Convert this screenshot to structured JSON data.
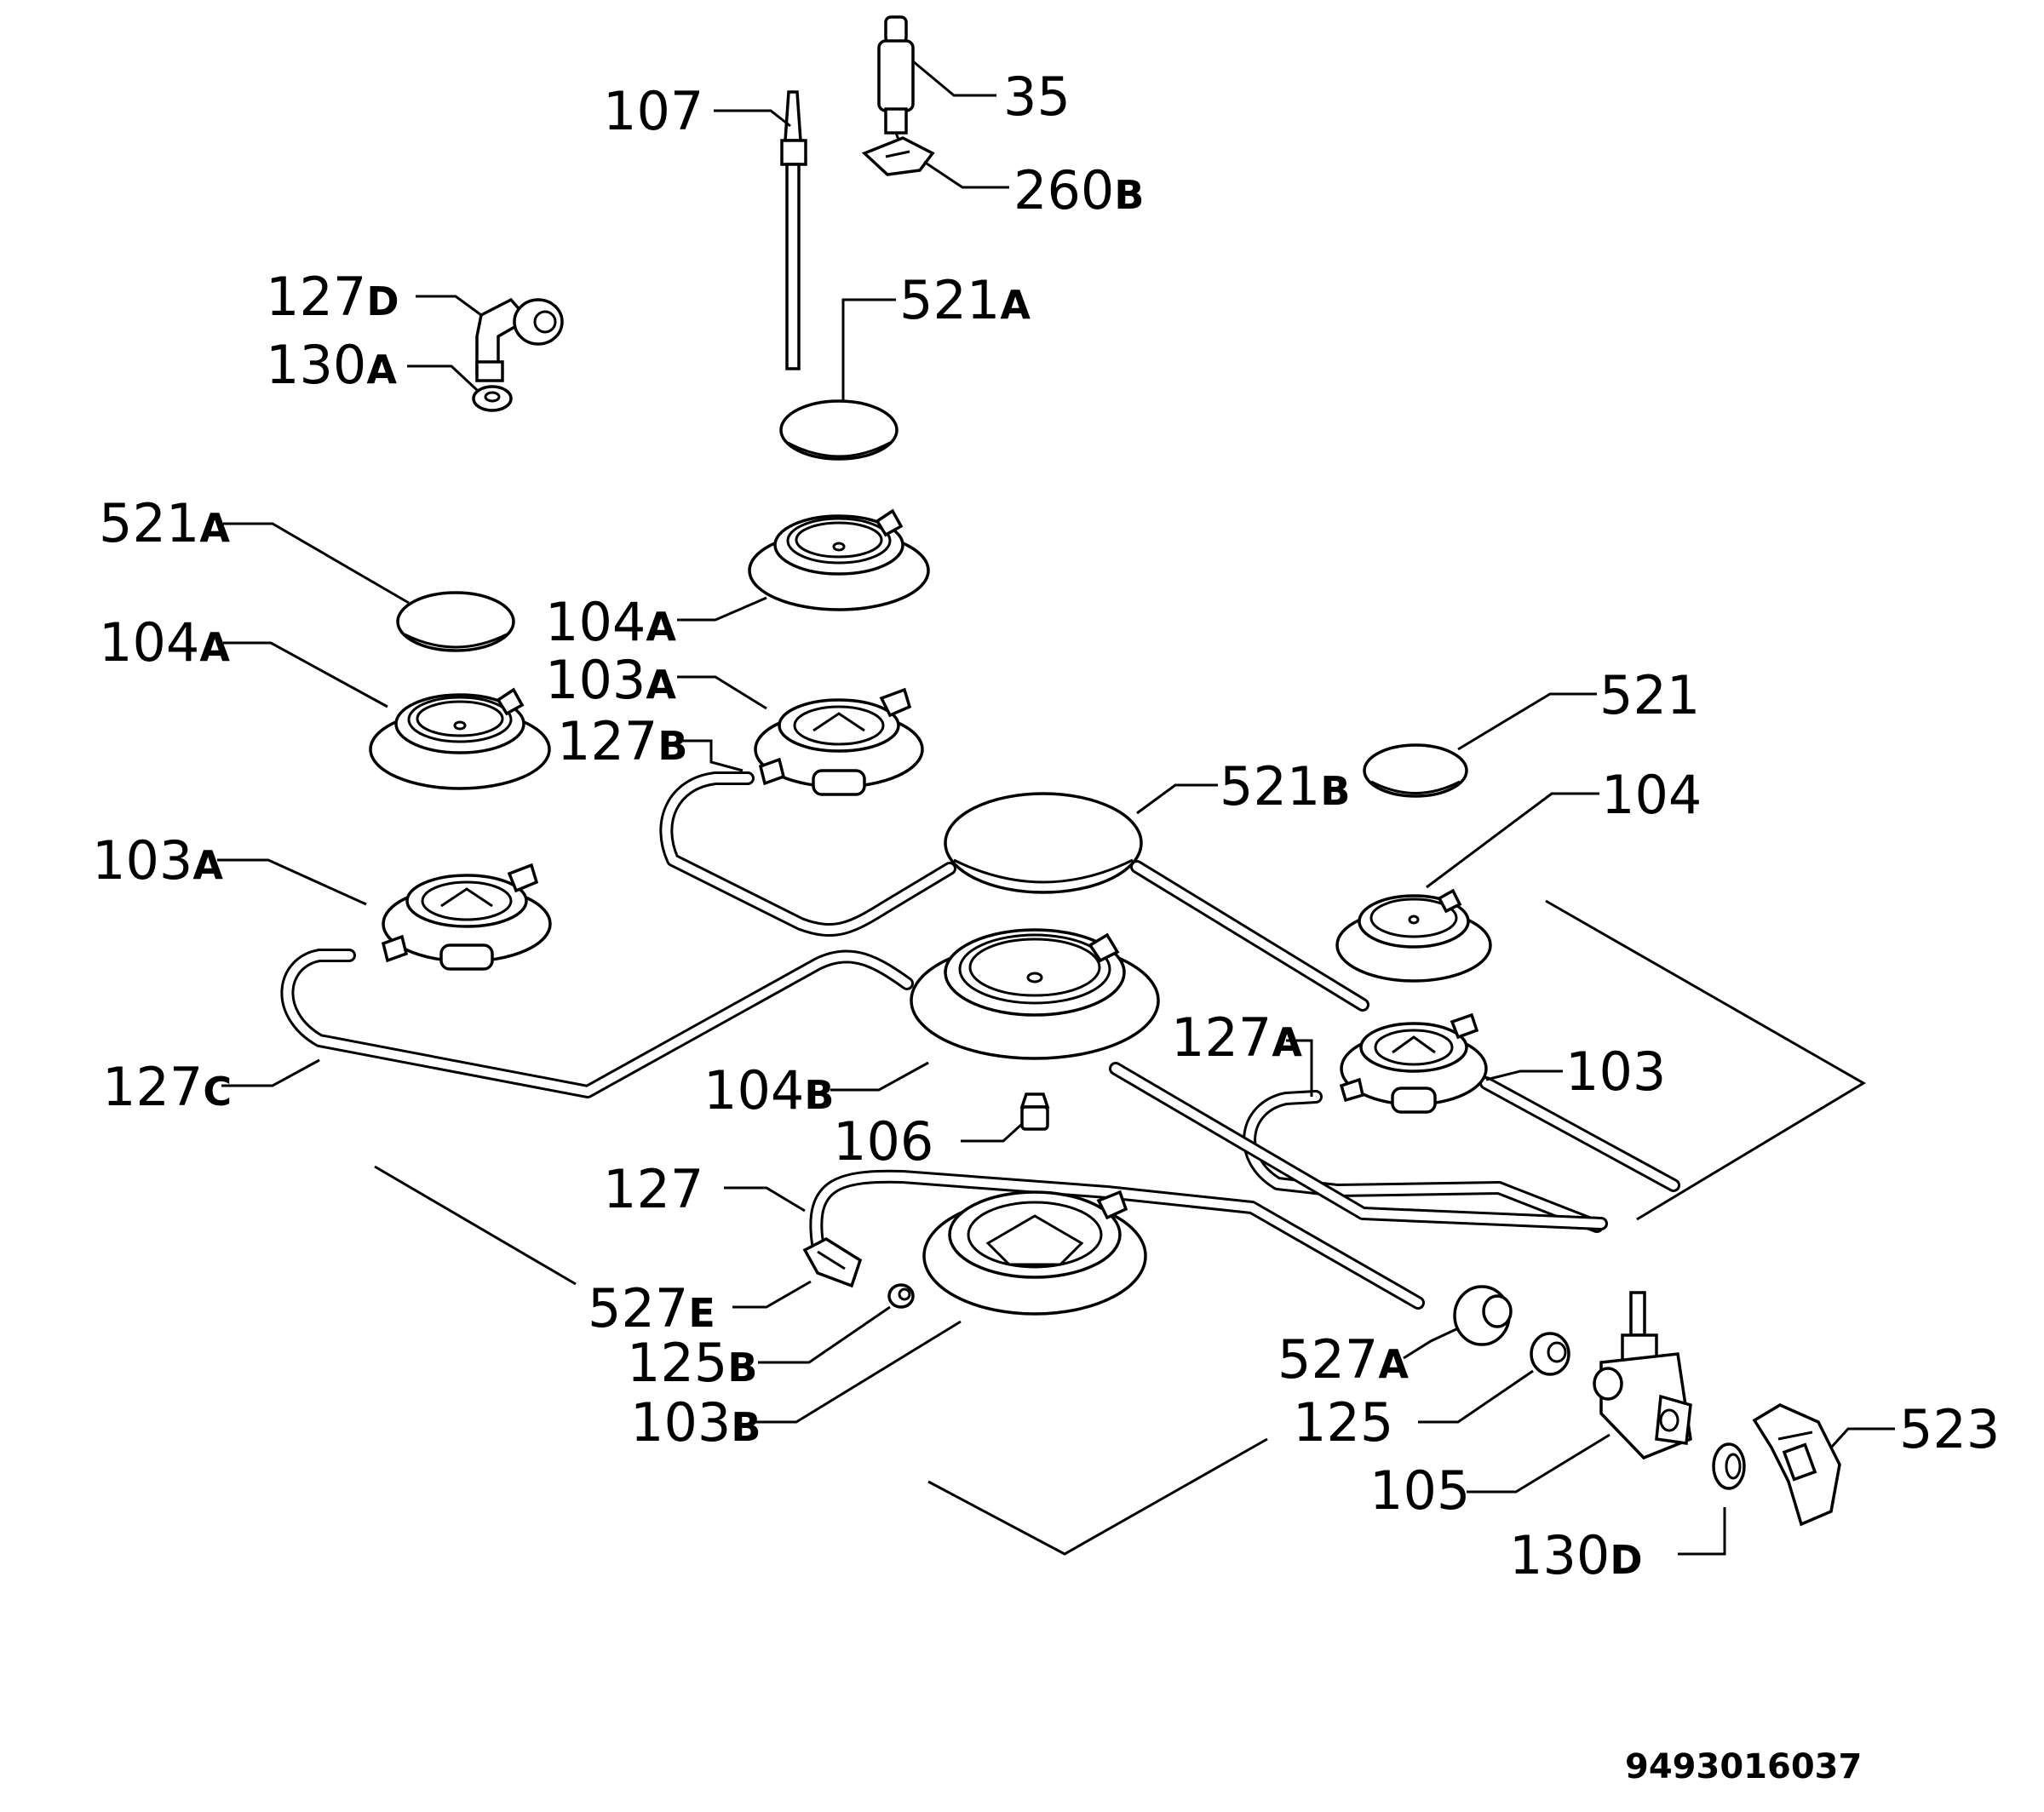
{
  "labels": [
    {
      "id": "l107",
      "text": "107",
      "suffix": ""
    },
    {
      "id": "l35",
      "text": "35",
      "suffix": ""
    },
    {
      "id": "l260b",
      "text": "260",
      "suffix": "B"
    },
    {
      "id": "l127d",
      "text": "127",
      "suffix": "D"
    },
    {
      "id": "l130a",
      "text": "130",
      "suffix": "A"
    },
    {
      "id": "l521a_top",
      "text": "521",
      "suffix": "A"
    },
    {
      "id": "l521a_left",
      "text": "521",
      "suffix": "A"
    },
    {
      "id": "l104a_center",
      "text": "104",
      "suffix": "A"
    },
    {
      "id": "l104a_left",
      "text": "104",
      "suffix": "A"
    },
    {
      "id": "l103a_center",
      "text": "103",
      "suffix": "A"
    },
    {
      "id": "l127b",
      "text": "127",
      "suffix": "B"
    },
    {
      "id": "l521",
      "text": "521",
      "suffix": ""
    },
    {
      "id": "l521b",
      "text": "521",
      "suffix": "B"
    },
    {
      "id": "l104",
      "text": "104",
      "suffix": ""
    },
    {
      "id": "l103a_left",
      "text": "103",
      "suffix": "A"
    },
    {
      "id": "l127a",
      "text": "127",
      "suffix": "A"
    },
    {
      "id": "l103",
      "text": "103",
      "suffix": ""
    },
    {
      "id": "l127c",
      "text": "127",
      "suffix": "C"
    },
    {
      "id": "l104b",
      "text": "104",
      "suffix": "B"
    },
    {
      "id": "l106",
      "text": "106",
      "suffix": ""
    },
    {
      "id": "l127",
      "text": "127",
      "suffix": ""
    },
    {
      "id": "l527e",
      "text": "527",
      "suffix": "E"
    },
    {
      "id": "l125b",
      "text": "125",
      "suffix": "B"
    },
    {
      "id": "l103b",
      "text": "103",
      "suffix": "B"
    },
    {
      "id": "l527a",
      "text": "527",
      "suffix": "A"
    },
    {
      "id": "l125",
      "text": "125",
      "suffix": ""
    },
    {
      "id": "l523",
      "text": "523",
      "suffix": ""
    },
    {
      "id": "l105",
      "text": "105",
      "suffix": ""
    },
    {
      "id": "l130d",
      "text": "130",
      "suffix": "D"
    }
  ],
  "document_code": "9493016037"
}
